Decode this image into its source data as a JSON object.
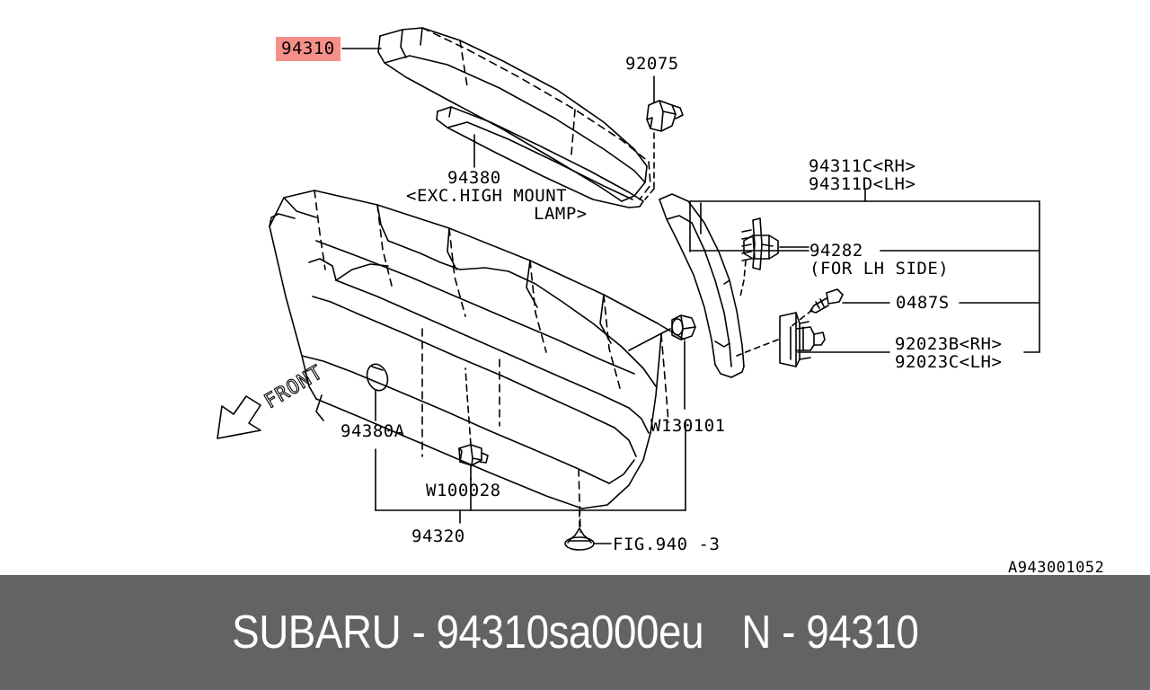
{
  "diagram": {
    "drawing_number": "A943001052",
    "highlight_color": "#f58f8a",
    "front_arrow_label": "FRONT",
    "callouts": [
      {
        "id": "c-94310",
        "text": "94310",
        "highlighted": true
      },
      {
        "id": "c-92075",
        "text": "92075",
        "highlighted": false
      },
      {
        "id": "c-94380",
        "text": "94380",
        "highlighted": false
      },
      {
        "id": "c-94380n1",
        "text": "<EXC.HIGH MOUNT",
        "highlighted": false
      },
      {
        "id": "c-94380n2",
        "text": "LAMP>",
        "highlighted": false
      },
      {
        "id": "c-94311c",
        "text": "94311C<RH>",
        "highlighted": false
      },
      {
        "id": "c-94311d",
        "text": "94311D<LH>",
        "highlighted": false
      },
      {
        "id": "c-94282",
        "text": "94282",
        "highlighted": false
      },
      {
        "id": "c-94282n",
        "text": "(FOR LH SIDE)",
        "highlighted": false
      },
      {
        "id": "c-0487s",
        "text": "0487S",
        "highlighted": false
      },
      {
        "id": "c-92023b",
        "text": "92023B<RH>",
        "highlighted": false
      },
      {
        "id": "c-92023c",
        "text": "92023C<LH>",
        "highlighted": false
      },
      {
        "id": "c-94380a",
        "text": "94380A",
        "highlighted": false
      },
      {
        "id": "c-w100028",
        "text": "W100028",
        "highlighted": false
      },
      {
        "id": "c-w130101",
        "text": "W130101",
        "highlighted": false
      },
      {
        "id": "c-94320",
        "text": "94320",
        "highlighted": false
      },
      {
        "id": "c-fig940",
        "text": "FIG.940 -3",
        "highlighted": false
      }
    ]
  },
  "footer": {
    "background_color": "#636363",
    "text_color": "#ffffff",
    "brand": "SUBARU",
    "brand_dash": " - ",
    "catalog_id": "94310sa000eu",
    "alt_prefix": "N",
    "alt_dash": " - ",
    "alt_number": "94310"
  }
}
